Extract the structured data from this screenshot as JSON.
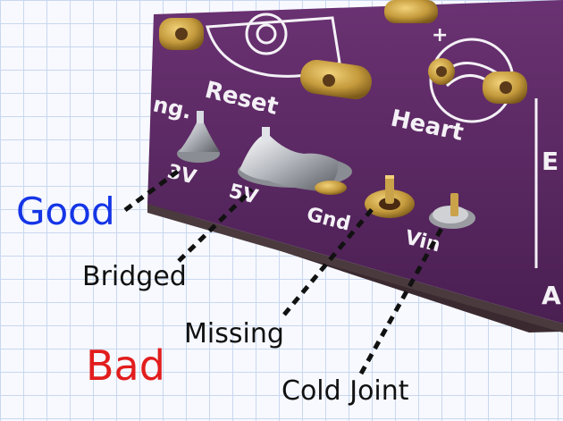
{
  "colors": {
    "good": "#1535e6",
    "bad": "#e21d1d",
    "ink": "#111111",
    "board": "#5b2a63",
    "silkscreen": "#f4f1f6",
    "gold": "#c49a3c",
    "grid": "#c9d7ee"
  },
  "board_labels": {
    "reset": "Reset",
    "heart": "Heart",
    "plus": "+",
    "v3": "3V",
    "v5": "5V",
    "gnd": "Gnd",
    "vin": "Vin",
    "partial_left": "ng.",
    "partial_right_top": "E",
    "partial_right_bottom": "A"
  },
  "annotations": {
    "good": "Good",
    "bad": "Bad",
    "bridged": "Bridged",
    "missing": "Missing",
    "cold_joint": "Cold Joint"
  }
}
